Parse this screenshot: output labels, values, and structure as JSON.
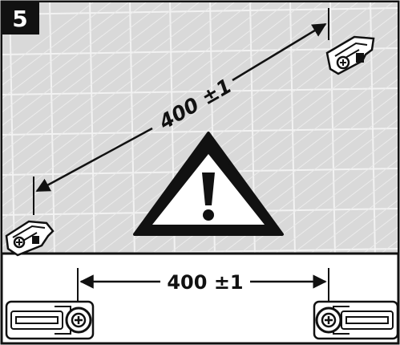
{
  "step": {
    "number": "5"
  },
  "wall_dimension": {
    "label": "400 ±1"
  },
  "bracket_dimension": {
    "label": "400 ±1"
  },
  "icons": {
    "warning": "warning-triangle-icon",
    "bracket": "wall-bracket-icon",
    "screw": "phillips-screw-icon"
  },
  "colors": {
    "tile_background": "#d9d9d9",
    "tile_grout": "#f2f2f2",
    "ink": "#111111",
    "paper": "#ffffff"
  }
}
